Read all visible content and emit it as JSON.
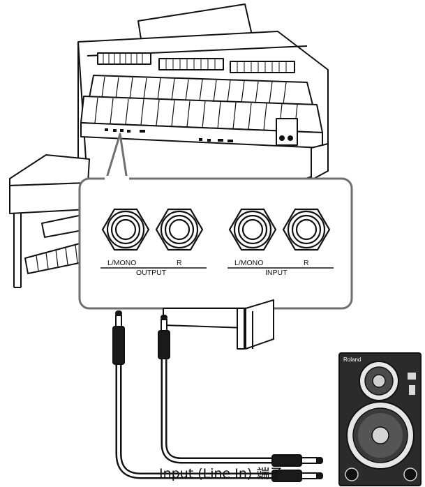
{
  "jack_panel": {
    "output": {
      "left_label": "L/MONO",
      "right_label": "R",
      "group_label": "OUTPUT"
    },
    "input": {
      "left_label": "L/MONO",
      "right_label": "R",
      "group_label": "INPUT"
    }
  },
  "speaker": {
    "brand_label": "Roland"
  },
  "caption": "Input (Line In) 端子",
  "colors": {
    "line": "#111111",
    "speaker_body": "#2b2b2b",
    "panel_border": "#6f6f6f"
  }
}
